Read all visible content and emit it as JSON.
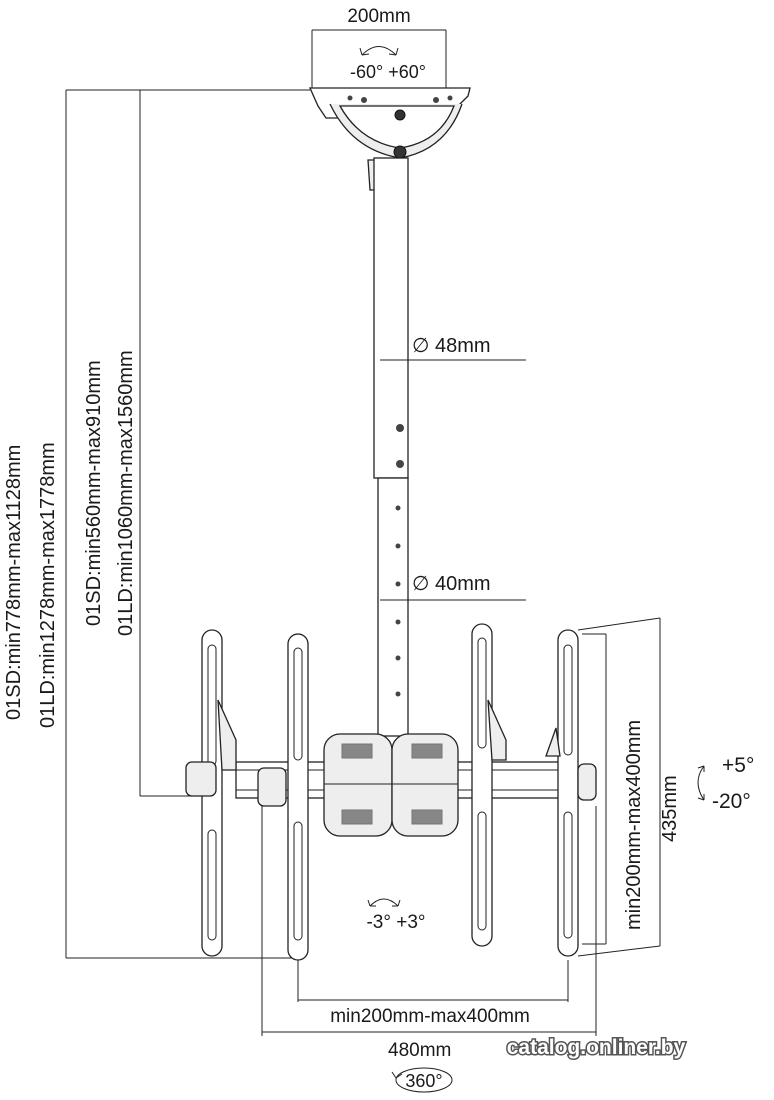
{
  "labels": {
    "plate_width": "200mm",
    "swivel_range": "-60° +60°",
    "pole_upper_diameter": "∅ 48mm",
    "pole_lower_diameter": "∅ 40mm",
    "height_sd_total": "01SD:min778mm-max1128mm",
    "height_ld_total": "01LD:min1278mm-max1778mm",
    "height_sd_pole": "01SD:min560mm-max910mm",
    "height_ld_pole": "01LD:min1060mm-max1560mm",
    "tilt_up": "+5°",
    "tilt_down": "-20°",
    "vertical_span": "435mm",
    "vesa_vertical": "min200mm-max400mm",
    "level_adjust": "-3° +3°",
    "vesa_horizontal": "min200mm-max400mm",
    "bracket_width": "480mm",
    "rotation": "360°"
  },
  "watermark": "catalog.onliner.by"
}
